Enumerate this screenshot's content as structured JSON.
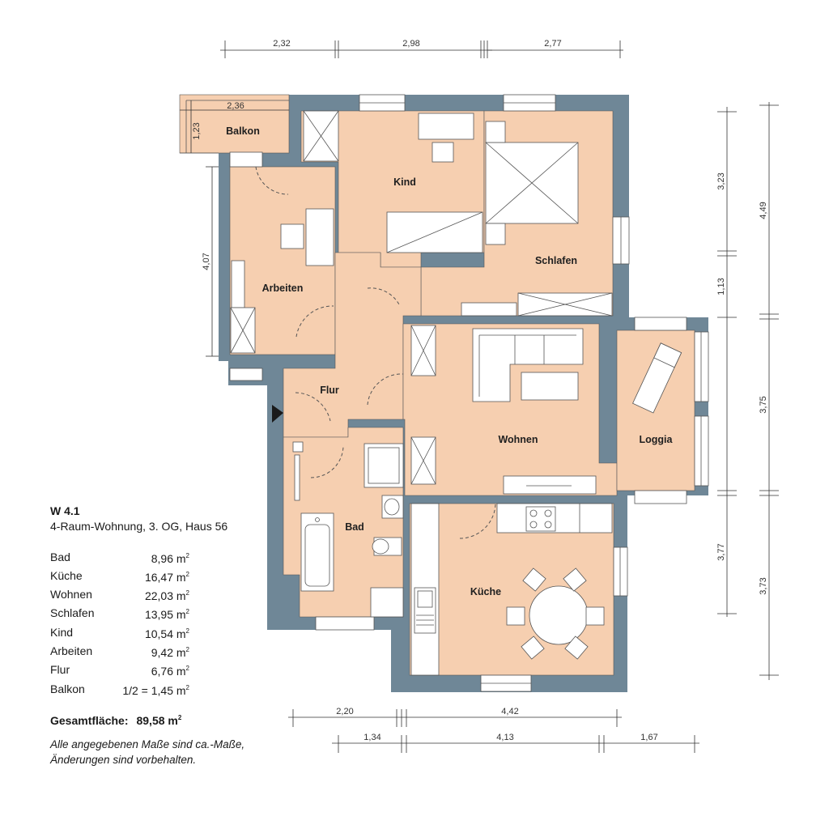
{
  "rooms": {
    "balkon": "Balkon",
    "kind": "Kind",
    "schlafen": "Schlafen",
    "arbeiten": "Arbeiten",
    "flur": "Flur",
    "wohnen": "Wohnen",
    "loggia": "Loggia",
    "bad": "Bad",
    "kueche": "Küche"
  },
  "dimensions": {
    "top": [
      "2,32",
      "2,98",
      "2,77"
    ],
    "balcony_width": "2,36",
    "balcony_depth": "1,23",
    "left": "4,07",
    "right_inner": [
      "3,23",
      "1,13",
      "3,77"
    ],
    "right_outer": [
      "4,49",
      "3,75",
      "3,73"
    ],
    "bottom_row1": [
      "2,20",
      "4,42"
    ],
    "bottom_row2": [
      "1,34",
      "4,13",
      "1,67"
    ]
  },
  "legend": {
    "title": "W 4.1",
    "subtitle": "4-Raum-Wohnung, 3. OG, Haus 56",
    "rows": [
      {
        "name": "Bad",
        "value": "8,96 m"
      },
      {
        "name": "Küche",
        "value": "16,47 m"
      },
      {
        "name": "Wohnen",
        "value": "22,03 m"
      },
      {
        "name": "Schlafen",
        "value": "13,95 m"
      },
      {
        "name": "Kind",
        "value": "10,54 m"
      },
      {
        "name": "Arbeiten",
        "value": "9,42 m"
      },
      {
        "name": "Flur",
        "value": "6,76 m"
      },
      {
        "name": "Balkon",
        "value": "1/2 = 1,45 m"
      }
    ],
    "unit_sup": "2",
    "total_label": "Gesamtfläche:",
    "total_value": "89,58 m",
    "note_line1": "Alle angegebenen Maße sind ca.-Maße,",
    "note_line2": "Änderungen sind vorbehalten."
  },
  "colors": {
    "wall": "#6f8797",
    "floor": "#f6cfb0",
    "line": "#333333",
    "door_arc": "#555555"
  }
}
